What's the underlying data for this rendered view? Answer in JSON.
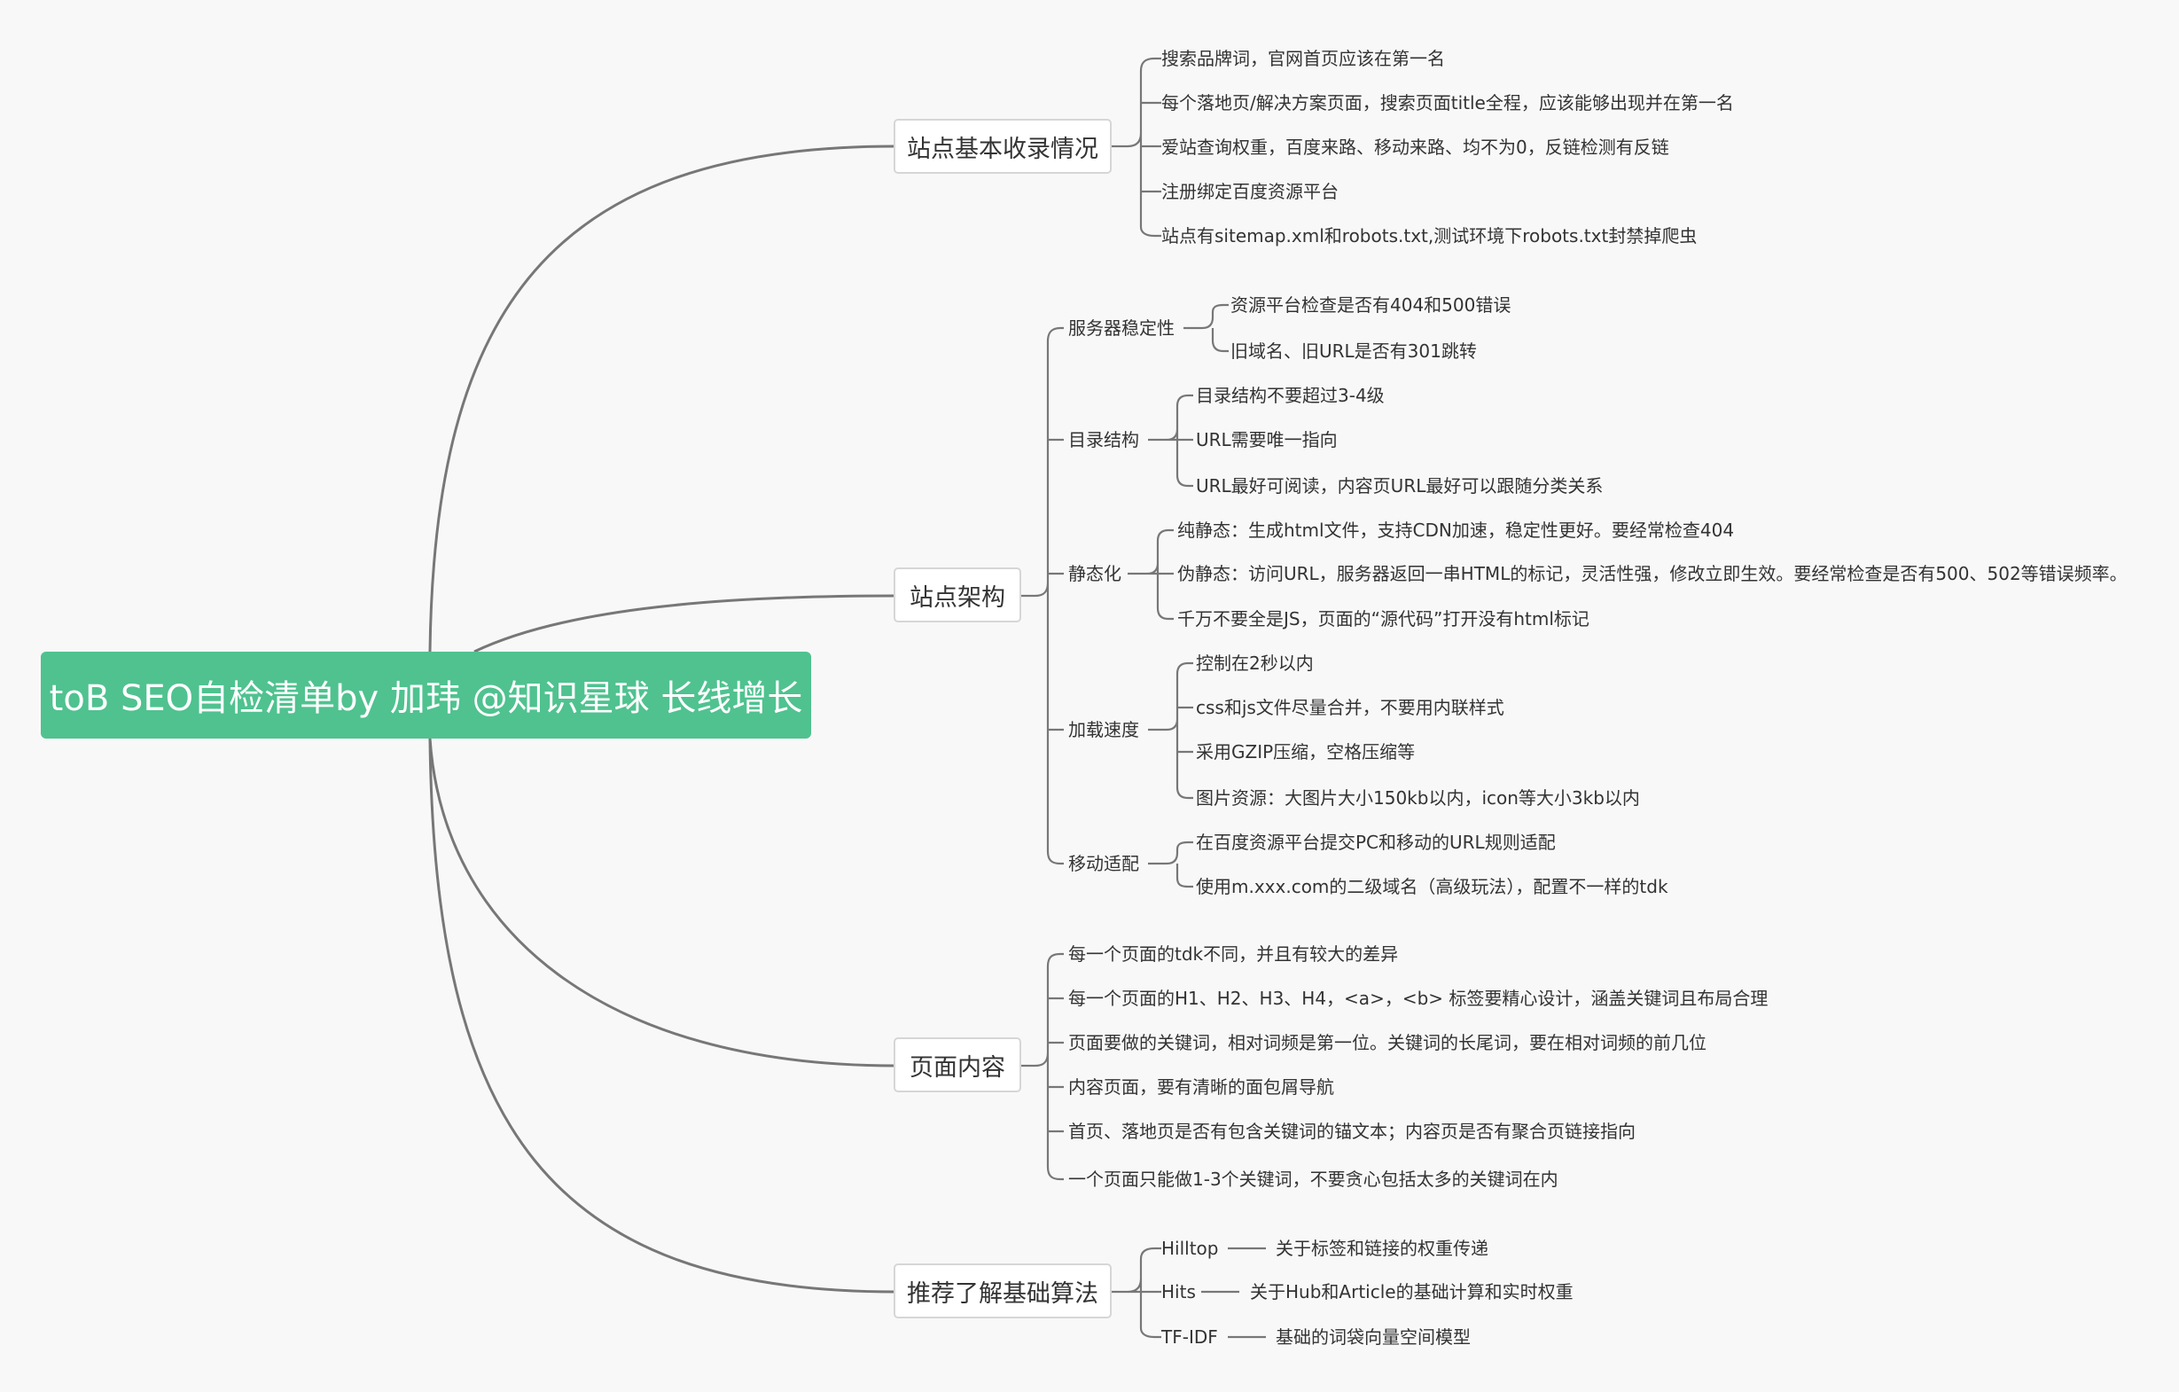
{
  "root": {
    "title": "toB SEO自检清单by 加玮 @知识星球 长线增长"
  },
  "branches": {
    "b1": {
      "title": "站点基本收录情况",
      "items": [
        "搜索品牌词，官网首页应该在第一名",
        "每个落地页/解决方案页面，搜索页面title全程，应该能够出现并在第一名",
        "爱站查询权重，百度来路、移动来路、均不为0，反链检测有反链",
        "注册绑定百度资源平台",
        "站点有sitemap.xml和robots.txt,测试环境下robots.txt封禁掉爬虫"
      ]
    },
    "b2": {
      "title": "站点架构",
      "groups": [
        {
          "label": "服务器稳定性",
          "items": [
            "资源平台检查是否有404和500错误",
            "旧域名、旧URL是否有301跳转"
          ]
        },
        {
          "label": "目录结构",
          "items": [
            "目录结构不要超过3-4级",
            "URL需要唯一指向",
            "URL最好可阅读，内容页URL最好可以跟随分类关系"
          ]
        },
        {
          "label": "静态化",
          "items": [
            "纯静态：生成html文件，支持CDN加速，稳定性更好。要经常检查404",
            "伪静态：访问URL，服务器返回一串HTML的标记，灵活性强，修改立即生效。要经常检查是否有500、502等错误频率。",
            "千万不要全是JS，页面的“源代码”打开没有html标记"
          ]
        },
        {
          "label": "加载速度",
          "items": [
            "控制在2秒以内",
            "css和js文件尽量合并，不要用内联样式",
            "采用GZIP压缩，空格压缩等",
            "图片资源：大图片大小150kb以内，icon等大小3kb以内"
          ]
        },
        {
          "label": "移动适配",
          "items": [
            "在百度资源平台提交PC和移动的URL规则适配",
            "使用m.xxx.com的二级域名（高级玩法），配置不一样的tdk"
          ]
        }
      ]
    },
    "b3": {
      "title": "页面内容",
      "items": [
        "每一个页面的tdk不同，并且有较大的差异",
        "每一个页面的H1、H2、H3、H4，<a>，<b> 标签要精心设计，涵盖关键词且布局合理",
        "页面要做的关键词，相对词频是第一位。关键词的长尾词，要在相对词频的前几位",
        "内容页面，要有清晰的面包屑导航",
        "首页、落地页是否有包含关键词的锚文本；内容页是否有聚合页链接指向",
        "一个页面只能做1-3个关键词，不要贪心包括太多的关键词在内"
      ]
    },
    "b4": {
      "title": "推荐了解基础算法",
      "groups": [
        {
          "label": "Hilltop",
          "desc": "关于标签和链接的权重传递"
        },
        {
          "label": "Hits",
          "desc": "关于Hub和Article的基础计算和实时权重"
        },
        {
          "label": "TF-IDF",
          "desc": "基础的词袋向量空间模型"
        }
      ]
    }
  }
}
